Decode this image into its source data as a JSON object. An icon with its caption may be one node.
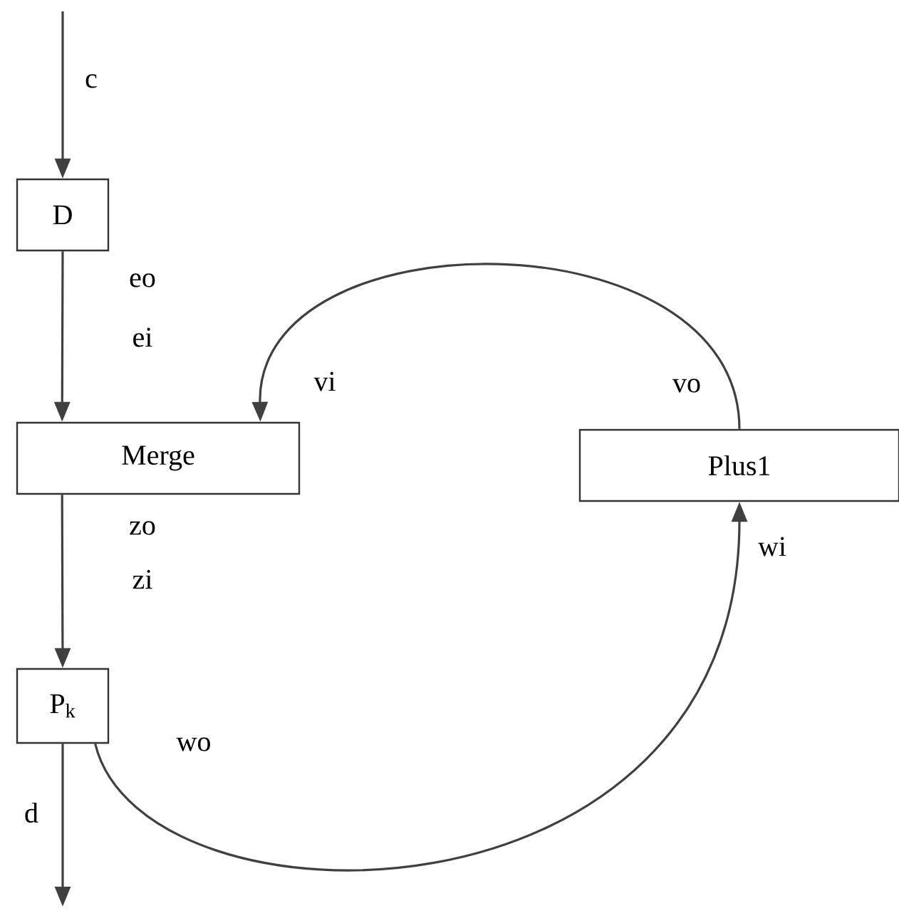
{
  "diagram": {
    "nodes": [
      {
        "text": [
          "D"
        ],
        "beside": [
          "eo"
        ]
      },
      {
        "text": [
          "Merge"
        ],
        "beside": [
          "ei",
          "vi",
          "zo"
        ]
      },
      {
        "text": [
          "P$_{k}$"
        ],
        "beside": [
          "zi",
          "wo"
        ]
      },
      {
        "text": [
          "Plus1"
        ],
        "beside": [
          "vo",
          "wi"
        ]
      }
    ],
    "edges": [
      {
        "from": null,
        "to": 0,
        "arrow": "to",
        "label": "c"
      },
      {
        "from": 0,
        "to": 1,
        "arrow": "to"
      },
      {
        "from": 1,
        "to": 2,
        "arrow": "to"
      },
      {
        "from": 2,
        "to": null,
        "arrow": "to",
        "label": "d"
      },
      {
        "from": 2,
        "to": 3,
        "arrow": "to"
      },
      {
        "from": 3,
        "to": 1,
        "arrow": "to"
      }
    ]
  }
}
